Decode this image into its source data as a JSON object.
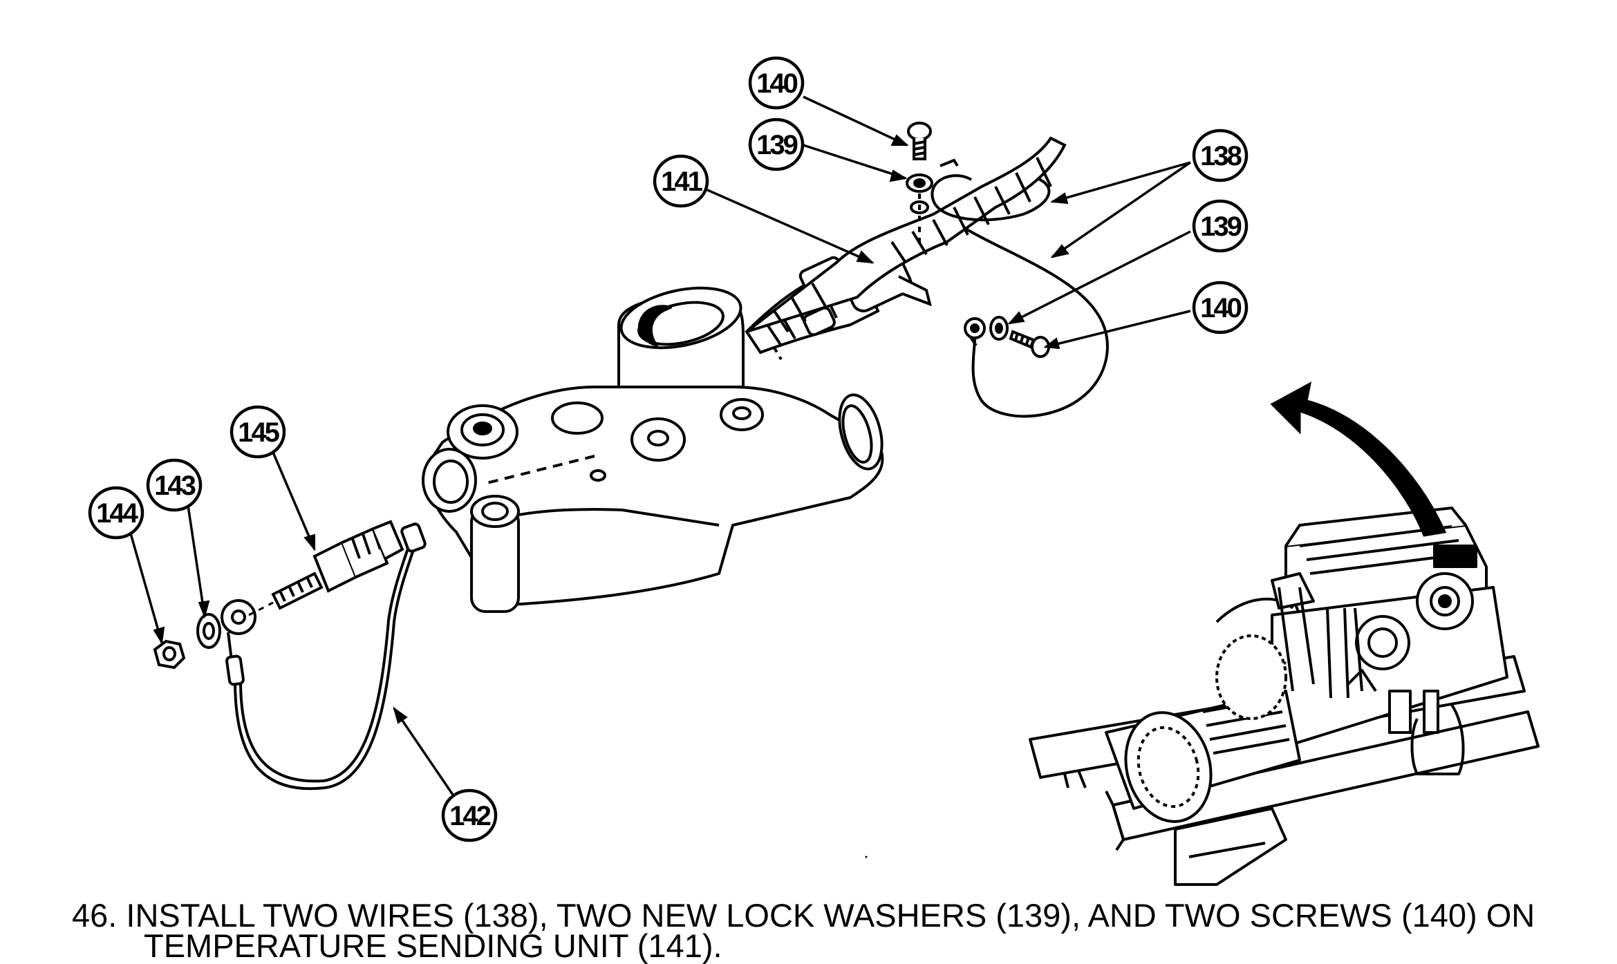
{
  "figure": {
    "callouts": [
      {
        "id": "c140a",
        "label": "140"
      },
      {
        "id": "c139a",
        "label": "139"
      },
      {
        "id": "c141",
        "label": "141"
      },
      {
        "id": "c138",
        "label": "138"
      },
      {
        "id": "c139b",
        "label": "139"
      },
      {
        "id": "c140b",
        "label": "140"
      },
      {
        "id": "c145",
        "label": "145"
      },
      {
        "id": "c143",
        "label": "143"
      },
      {
        "id": "c144",
        "label": "144"
      },
      {
        "id": "c142",
        "label": "142"
      }
    ]
  },
  "instruction": {
    "line1": "46. INSTALL TWO WIRES (138), TWO NEW LOCK WASHERS (139), AND TWO SCREWS (140) ON",
    "line2": "TEMPERATURE SENDING UNIT (141)."
  }
}
